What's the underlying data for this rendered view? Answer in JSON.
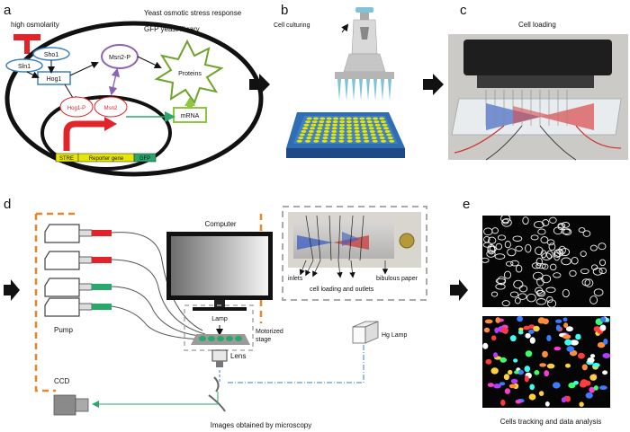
{
  "panels": {
    "a": "a",
    "b": "b",
    "c": "c",
    "d": "d",
    "e": "e"
  },
  "a": {
    "high_osmolarity": "high osmolarity",
    "title": "Yeast osmotic stress response",
    "library": "GFP yeast library",
    "sln1": "Sln1",
    "sho1": "Sho1",
    "hog1": "Hog1",
    "msn2p": "Msn2-P",
    "proteins": "Proteins",
    "hog1p": "Hog1-P",
    "msn2": "Msn2",
    "mrna": "mRNA",
    "stre": "STRE",
    "reporter": "Reporter gene",
    "gfp": "GFP"
  },
  "b": {
    "label": "Cell culturing"
  },
  "c": {
    "label": "Cell loading"
  },
  "d": {
    "computer": "Computer",
    "lamp": "Lamp",
    "pump": "Pump",
    "stage": [
      "Motorized",
      "stage"
    ],
    "lens": "Lens",
    "ccd": "CCD",
    "hg_lamp": "Hg Lamp",
    "inlets": "inlets",
    "bibulous": "bibulous paper",
    "outlets": "cell loading and outlets",
    "microscopy": "Images obtained by microscopy"
  },
  "e": {
    "label": "Cells tracking and data analysis"
  },
  "colors": {
    "red": "#e0242a",
    "blue": "#3b82c4",
    "purple": "#8a63b8",
    "green": "#8dc63f",
    "yellow": "#e6e600",
    "orange": "#e8862a",
    "teal_line": "#7ec3d8"
  }
}
